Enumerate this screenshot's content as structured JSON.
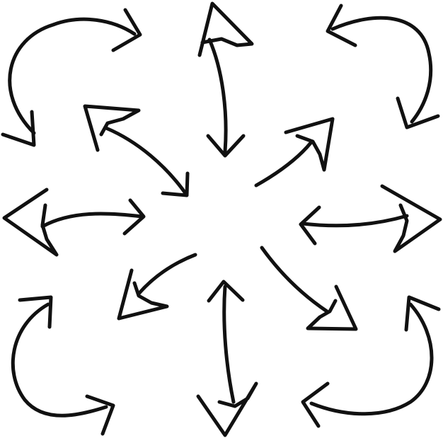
{
  "colors": {
    "background": "#ffffff",
    "ink": "#111111"
  },
  "arrows": [
    {
      "name": "top-left-curved-arrow",
      "type": "curved-double-arrow",
      "direction": "clockwise"
    },
    {
      "name": "top-center-double-arrow",
      "type": "double-arrow",
      "direction": "up-down"
    },
    {
      "name": "top-right-curved-arrow",
      "type": "curved-double-arrow",
      "direction": "clockwise"
    },
    {
      "name": "upper-left-diagonal-double-arrow",
      "type": "double-arrow",
      "direction": "diagonal"
    },
    {
      "name": "upper-right-diagonal-arrow",
      "type": "single-arrow",
      "direction": "up-right"
    },
    {
      "name": "middle-left-double-arrow",
      "type": "double-arrow",
      "direction": "left-right"
    },
    {
      "name": "middle-right-double-arrow",
      "type": "double-arrow",
      "direction": "left-right"
    },
    {
      "name": "lower-left-diagonal-arrow",
      "type": "single-arrow",
      "direction": "down-left"
    },
    {
      "name": "lower-right-diagonal-arrow",
      "type": "single-arrow",
      "direction": "down-right"
    },
    {
      "name": "bottom-left-curved-arrow",
      "type": "curved-double-arrow",
      "direction": "counterclockwise"
    },
    {
      "name": "bottom-center-double-arrow",
      "type": "double-arrow",
      "direction": "up-down"
    },
    {
      "name": "bottom-right-curved-arrow",
      "type": "curved-double-arrow",
      "direction": "counterclockwise"
    }
  ]
}
